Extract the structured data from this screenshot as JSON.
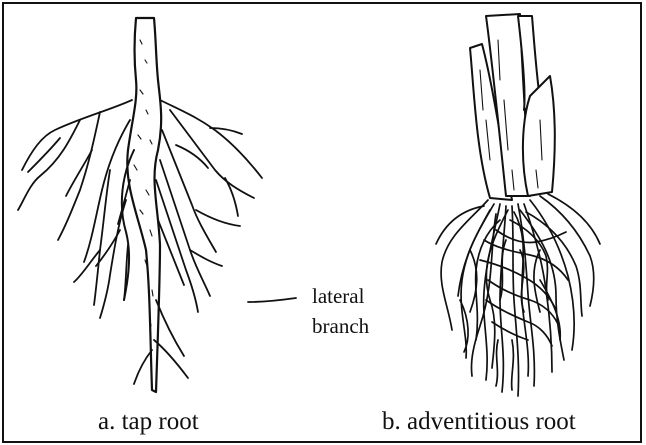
{
  "figure": {
    "panel_a": {
      "caption": "a.  tap root"
    },
    "panel_b": {
      "caption": "b. adventitious root"
    },
    "callout": {
      "line1": "lateral",
      "line2": "branch"
    }
  },
  "colors": {
    "ink": "#111111",
    "background": "#ffffff"
  },
  "icons": [
    "tap-root-illustration",
    "adventitious-root-illustration"
  ]
}
